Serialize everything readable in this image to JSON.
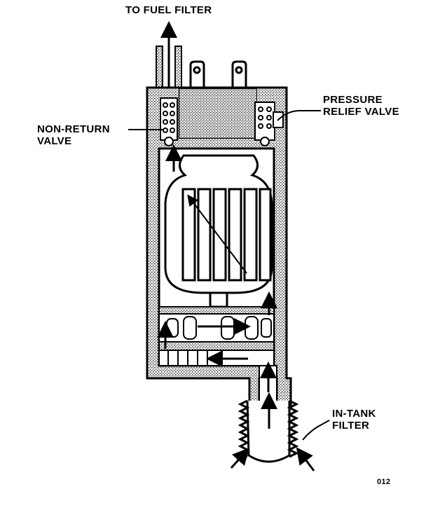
{
  "labels": {
    "to_fuel_filter": "TO FUEL FILTER",
    "pressure_relief_valve_line1": "PRESSURE",
    "pressure_relief_valve_line2": "RELIEF VALVE",
    "non_return_valve_line1": "NON-RETURN",
    "non_return_valve_line2": "VALVE",
    "in_tank_filter_line1": "IN-TANK",
    "in_tank_filter_line2": "FILTER",
    "figure_number": "012"
  },
  "colors": {
    "ink": "#000000",
    "housing_shading": "#9a9a9a",
    "paper": "#ffffff"
  }
}
